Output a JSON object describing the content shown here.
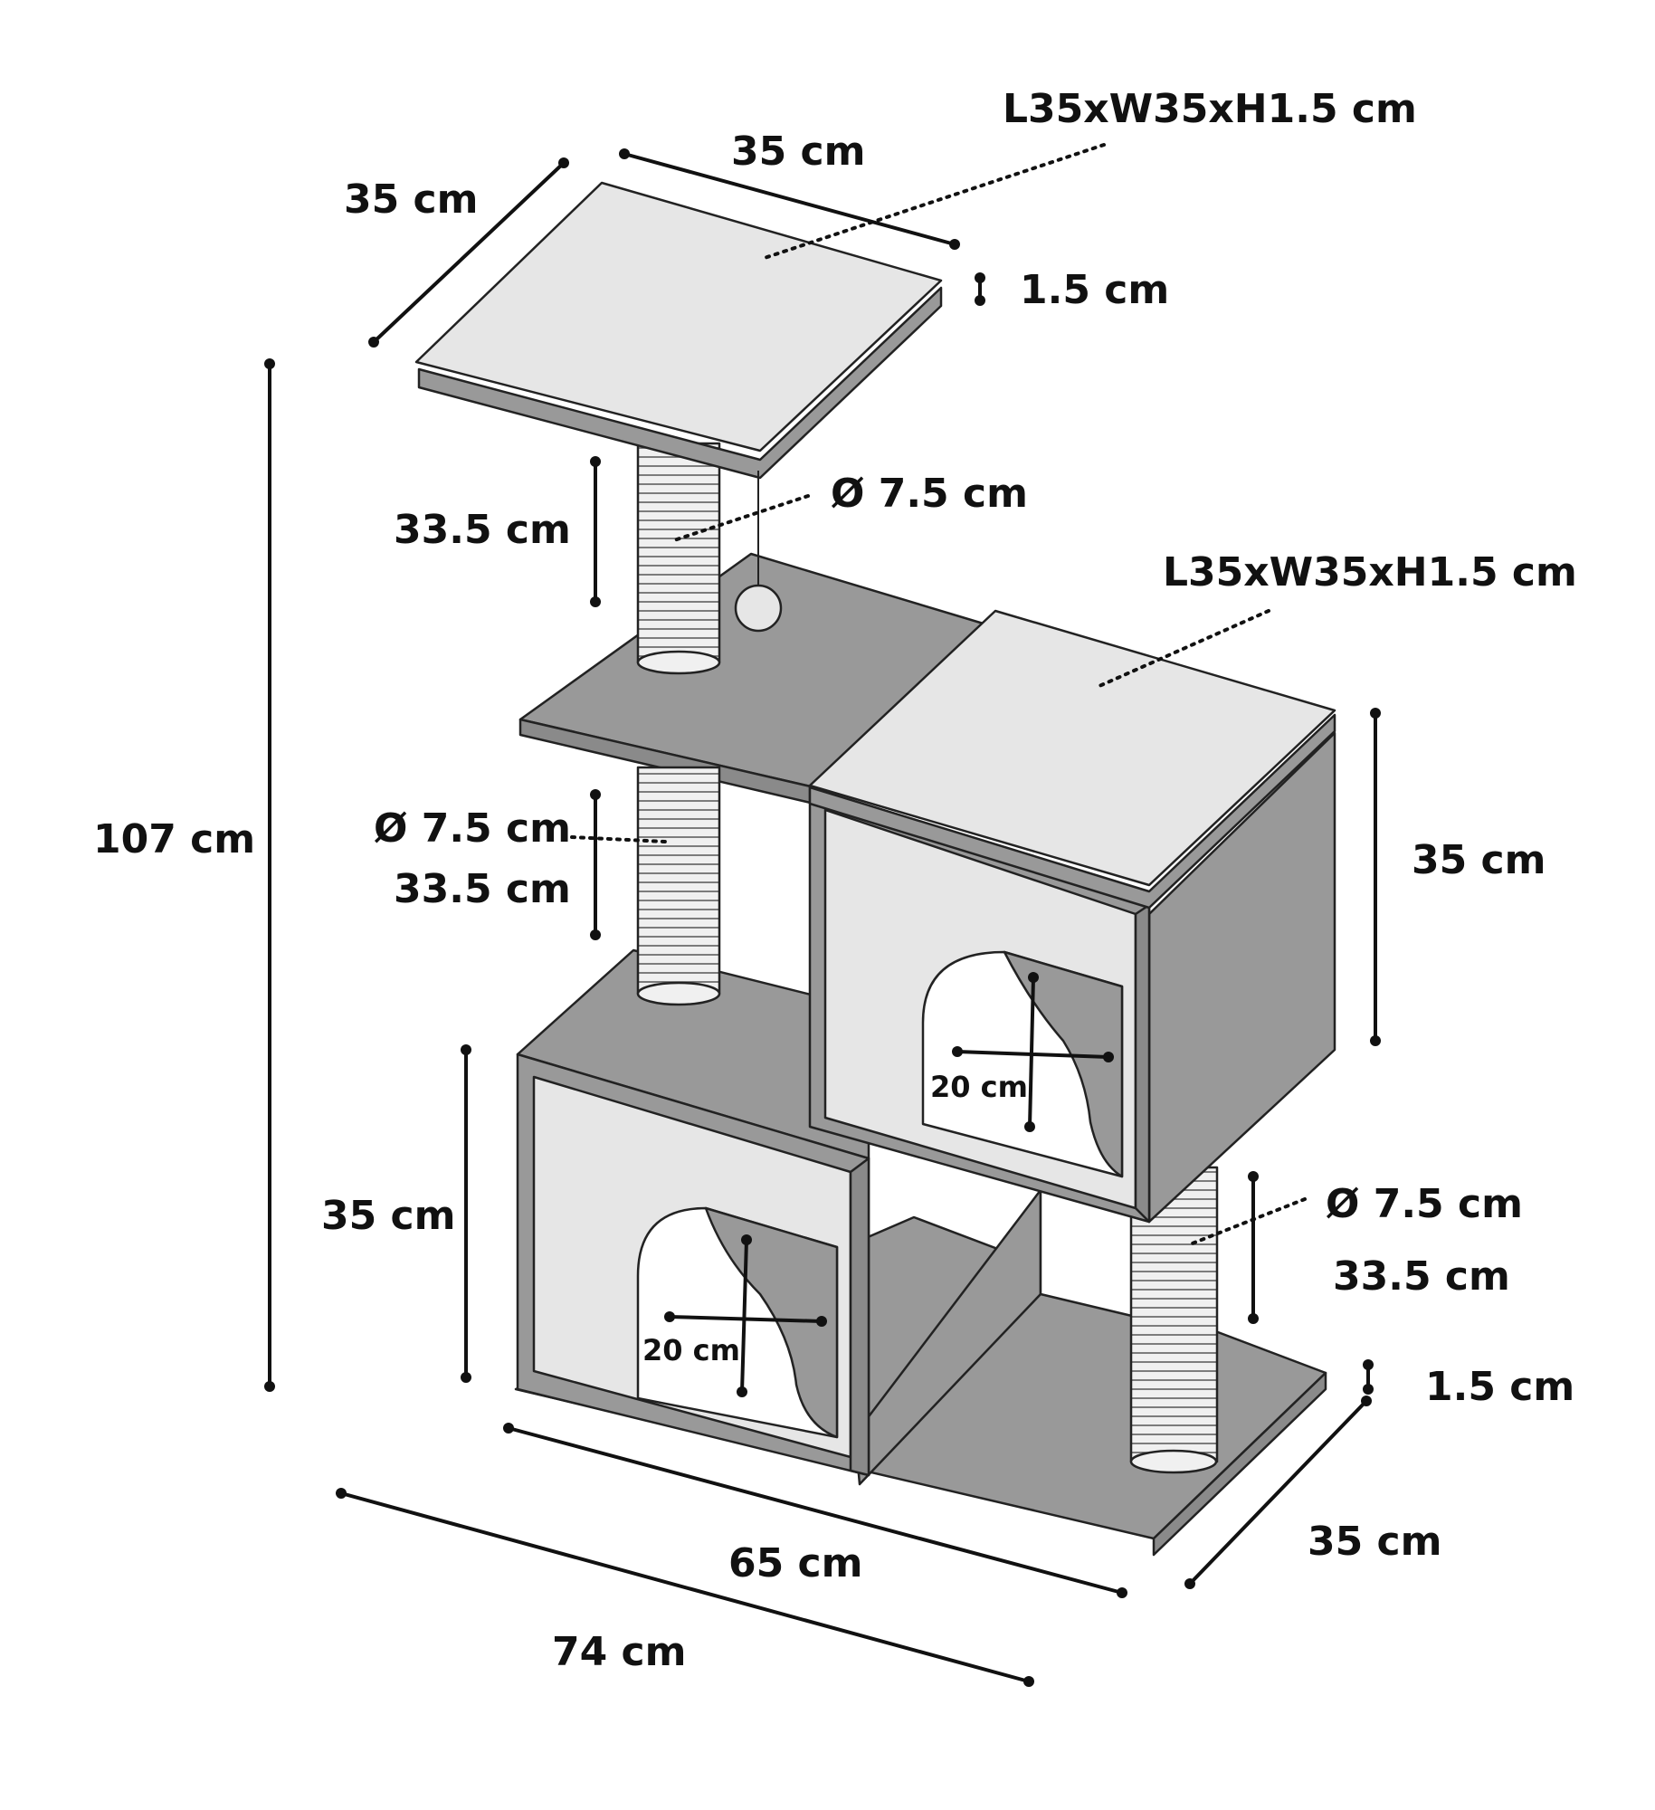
{
  "colors": {
    "dark_board": "#999999",
    "light_board": "#e6e6e6",
    "edge_shade": "#8a8a8a",
    "post": "#f0f0f0",
    "outline": "#222222",
    "dimension_line": "#111111"
  },
  "labels": {
    "top_platform_spec": "L35xW35xH1.5 cm",
    "top_platform_depth": "35 cm",
    "top_platform_width": "35 cm",
    "top_platform_thickness": "1.5 cm",
    "upper_post_diameter": "Ø 7.5 cm",
    "upper_post_height": "33.5 cm",
    "right_box_top_spec": "L35xW35xH1.5 cm",
    "total_height": "107 cm",
    "middle_post_diameter": "Ø 7.5 cm",
    "middle_post_height": "33.5 cm",
    "right_box_height": "35 cm",
    "right_box_opening": "20 cm",
    "left_box_height": "35 cm",
    "left_box_opening": "20 cm",
    "lower_post_diameter": "Ø 7.5 cm",
    "lower_post_height": "33.5 cm",
    "base_thickness": "1.5 cm",
    "base_depth": "35 cm",
    "base_width_inner": "65 cm",
    "base_width_total": "74 cm"
  }
}
